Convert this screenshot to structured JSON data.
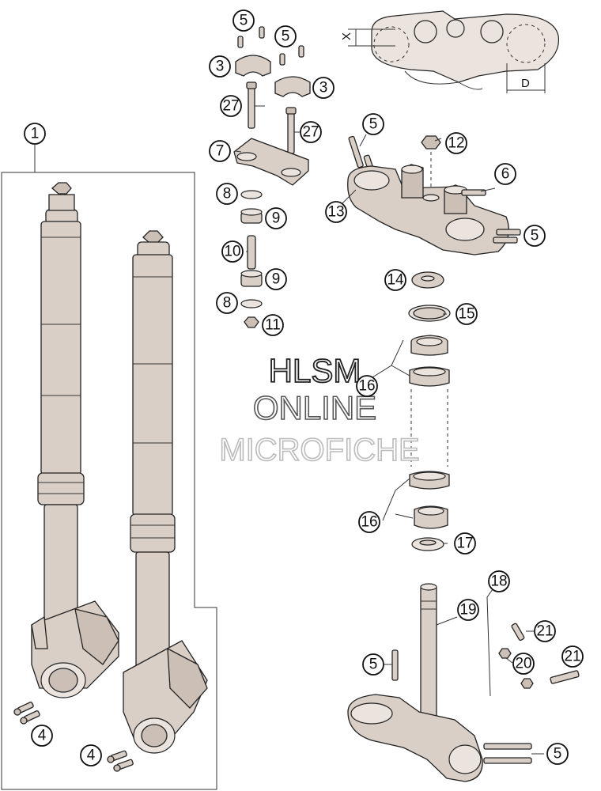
{
  "callouts": [
    {
      "label": "1",
      "name": "fork-assembly"
    },
    {
      "label": "3",
      "name": "handlebar-clamp-upper-left"
    },
    {
      "label": "3",
      "name": "handlebar-clamp-upper-right"
    },
    {
      "label": "4",
      "name": "axle-clamp-screws-left"
    },
    {
      "label": "4",
      "name": "axle-clamp-screws-right"
    },
    {
      "label": "5",
      "name": "screw-a"
    },
    {
      "label": "5",
      "name": "screw-b"
    },
    {
      "label": "5",
      "name": "screw-top-clamp"
    },
    {
      "label": "5",
      "name": "screw-top-clamp-rear"
    },
    {
      "label": "5",
      "name": "screw-lower-stem"
    },
    {
      "label": "5",
      "name": "screw-lower-clamp"
    },
    {
      "label": "6",
      "name": "clamp-screw"
    },
    {
      "label": "7",
      "name": "handlebar-clamp-lower"
    },
    {
      "label": "8",
      "name": "washer-upper"
    },
    {
      "label": "8",
      "name": "washer-lower"
    },
    {
      "label": "9",
      "name": "rubber-bush-upper"
    },
    {
      "label": "9",
      "name": "rubber-bush-lower"
    },
    {
      "label": "10",
      "name": "spacer-sleeve"
    },
    {
      "label": "11",
      "name": "collar-nut"
    },
    {
      "label": "12",
      "name": "top-nut"
    },
    {
      "label": "13",
      "name": "upper-triple-clamp"
    },
    {
      "label": "14",
      "name": "dust-seal"
    },
    {
      "label": "15",
      "name": "seal-ring"
    },
    {
      "label": "16",
      "name": "bearing-upper"
    },
    {
      "label": "16",
      "name": "bearing-lower"
    },
    {
      "label": "17",
      "name": "lower-seal"
    },
    {
      "label": "18",
      "name": "lower-triple-clamp"
    },
    {
      "label": "19",
      "name": "steering-stem"
    },
    {
      "label": "20",
      "name": "nut"
    },
    {
      "label": "21",
      "name": "screw-21a"
    },
    {
      "label": "21",
      "name": "screw-21b"
    },
    {
      "label": "27",
      "name": "bolt-27-left"
    },
    {
      "label": "27",
      "name": "bolt-27-right"
    }
  ],
  "dimensions": {
    "x_label": "X",
    "d_label": "D"
  },
  "watermark": {
    "line1": "HLSM",
    "line2": "ONLINE",
    "line3": "MICROFICHE"
  }
}
